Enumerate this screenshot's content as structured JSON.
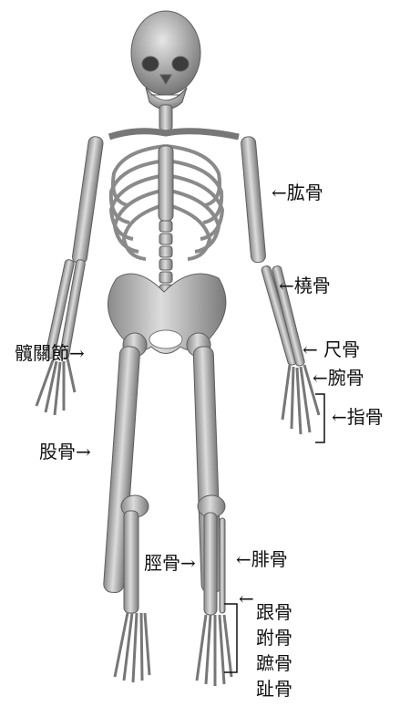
{
  "labels": {
    "humerus": "←肱骨",
    "radius": "←橈骨",
    "hip_joint": "髖關節→",
    "ulna": "←  尺骨",
    "carpals": "←腕骨",
    "phalanges": "←指骨",
    "femur": "股骨→",
    "tibia": "脛骨→",
    "fibula": "←腓骨",
    "foot_arrow": "←",
    "foot_bones": [
      "跟骨",
      "跗骨",
      "蹠骨",
      "趾骨"
    ]
  },
  "colors": {
    "bone": "#c9c9c9",
    "bone_dark": "#7d7d7d",
    "ink": "#111111"
  }
}
